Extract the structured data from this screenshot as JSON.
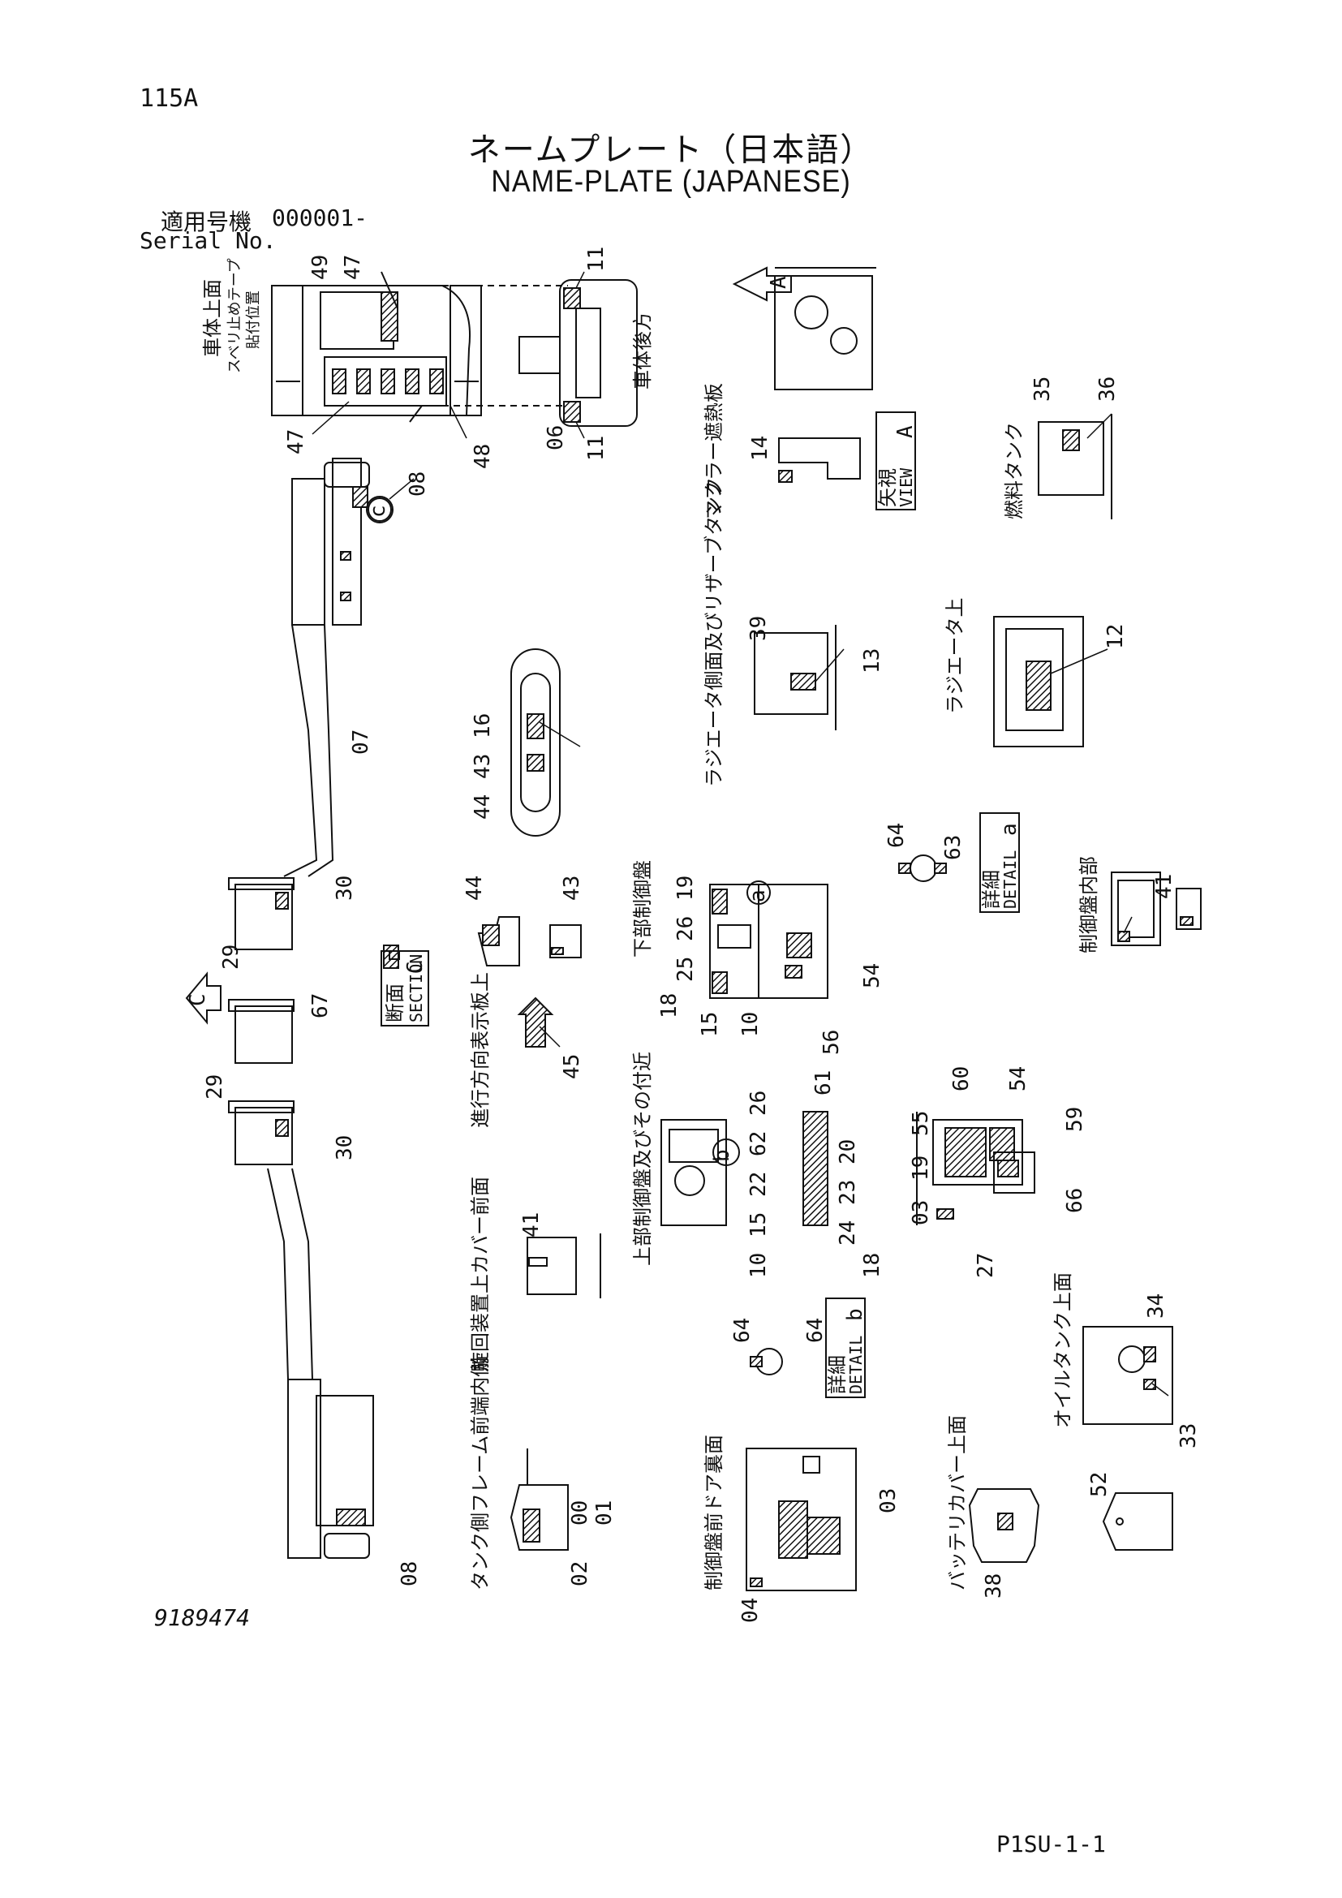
{
  "header": {
    "page_code": "115A",
    "title_jp": "ネームプレート（日本語）",
    "title_en": "NAME-PLATE (JAPANESE)",
    "serial_label_jp": "適用号機",
    "serial_value": "000001-",
    "serial_label_en": "Serial No."
  },
  "footer": {
    "drawing_number": "9189474",
    "sheet_id": "P1SU-1-1"
  },
  "views": {
    "top_view": "車体上面",
    "non_slip_tape": "スベリ止めテープ",
    "attach_position": "貼付位置",
    "rear_view": "車体後方",
    "muffler_shield": "マフラー遮熱板",
    "view_a_jp": "矢視",
    "view_a_en": "VIEW",
    "view_a_letter": "A",
    "fuel_tank": "燃料タンク",
    "radiator_side": "ラジエータ側面及びリザーブタンク",
    "radiator_top": "ラジエータ上",
    "detail_jp": "詳細",
    "detail_en": "DETAIL",
    "detail_a_letter": "a",
    "detail_b_letter": "b",
    "lower_panel": "下部制御盤",
    "control_panel_inside": "制御盤内部",
    "section_jp": "断面",
    "section_en": "SECTION",
    "section_letter": "C",
    "travel_direction_plate": "進行方向表示板上",
    "upper_panel": "上部制御盤及びその付近",
    "swing_cover": "旋回装置上カバー前面",
    "oil_tank_top": "オイルタンク上面",
    "tank_frame": "タンク側フレーム前端内側",
    "panel_door_back": "制御盤前ドア裏面",
    "battery_cover": "バッテリカバー上面",
    "arrow_a": "A",
    "arrow_c": "C",
    "circle_a": "a",
    "circle_b": "b",
    "circle_c": "c"
  },
  "callouts": [
    "49",
    "47",
    "11",
    "47",
    "06",
    "48",
    "11",
    "08",
    "07",
    "16",
    "43",
    "44",
    "30",
    "29",
    "67",
    "29",
    "30",
    "08",
    "14",
    "35",
    "36",
    "39",
    "13",
    "12",
    "64",
    "63",
    "19",
    "26",
    "25",
    "18",
    "15",
    "10",
    "54",
    "56",
    "41",
    "44",
    "43",
    "45",
    "61",
    "26",
    "62",
    "22",
    "15",
    "10",
    "20",
    "23",
    "24",
    "18",
    "60",
    "54",
    "55",
    "19",
    "03",
    "59",
    "66",
    "27",
    "41",
    "64",
    "64",
    "34",
    "33",
    "00",
    "01",
    "02",
    "03",
    "04",
    "38",
    "52"
  ]
}
